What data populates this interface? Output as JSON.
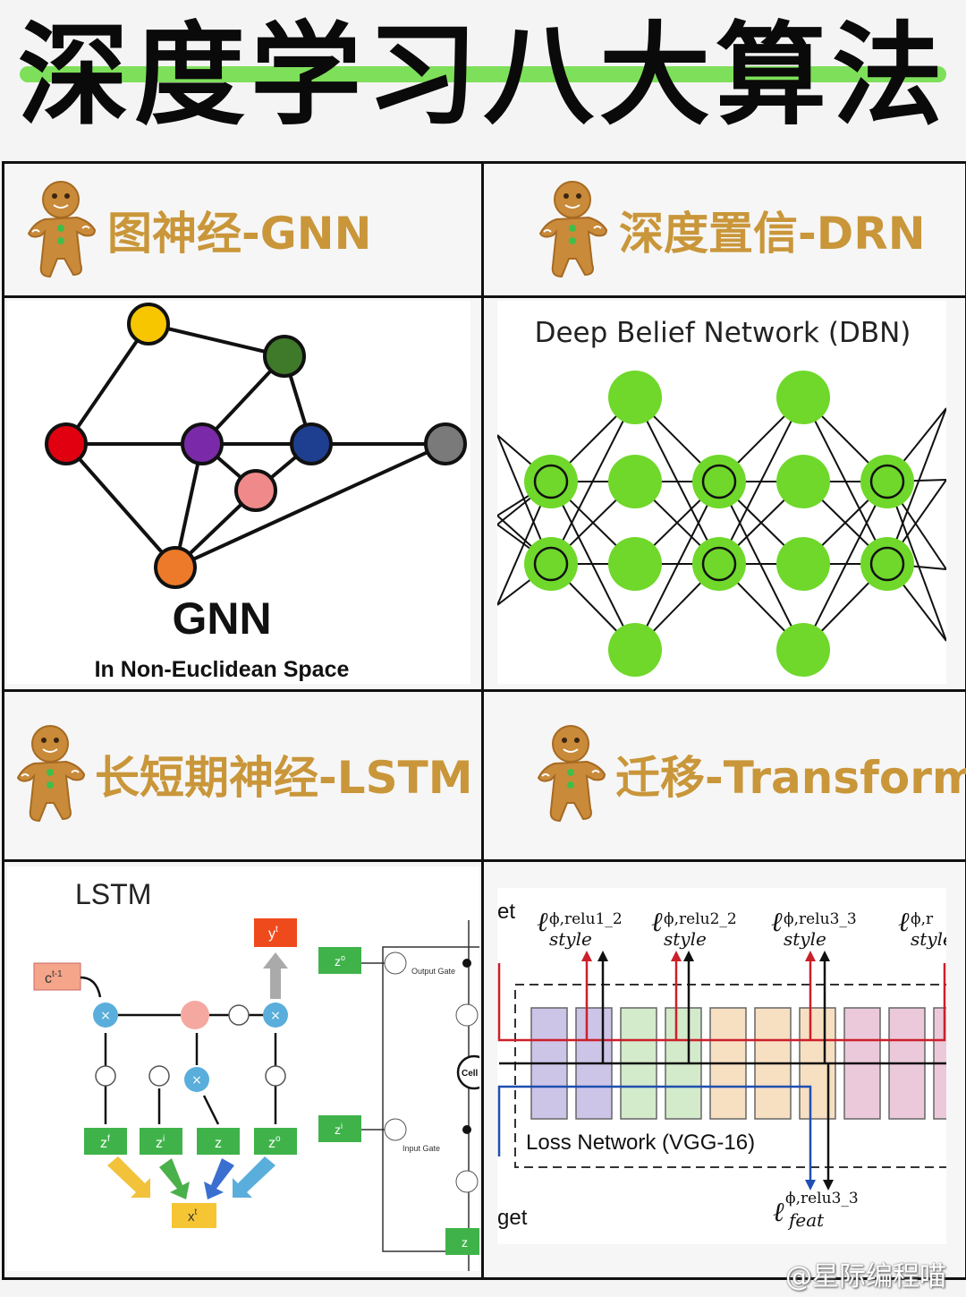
{
  "title": "深度学习八大算法",
  "sections": [
    {
      "heading": "图神经-GNN"
    },
    {
      "heading": "深度置信-DRN"
    },
    {
      "heading": "长短期神经-LSTM"
    },
    {
      "heading": "迁移-Transform"
    }
  ],
  "gnn": {
    "label": "GNN",
    "sublabel": "In Non-Euclidean Space"
  },
  "dbn": {
    "title": "Deep Belief Network (DBN)"
  },
  "lstm": {
    "title": "LSTM",
    "c_prev": "c",
    "c_prev_sup": "t-1",
    "y": "y",
    "y_sup": "t",
    "x": "x",
    "x_sup": "t",
    "zf": "z",
    "zf_sup": "f",
    "zi": "z",
    "zi_sup": "i",
    "z": "z",
    "zo": "z",
    "zo_sup": "o",
    "output_gate": "Output Gate",
    "input_gate": "Input Gate",
    "cell": "Cell"
  },
  "transform": {
    "left_top": "et",
    "left_bottom": "get",
    "loss_network": "Loss Network (VGG-16)",
    "l1": "relu1_2",
    "l2": "relu2_2",
    "l3": "relu3_3",
    "l4": "r",
    "style": "style",
    "feat": "feat",
    "feat_relu": "relu3_3",
    "phi": "ϕ,"
  },
  "watermark": "@星际编程喵",
  "colors": {
    "title_bar": "#7ee05a",
    "heading": "#c9963a",
    "dbn_node": "#6fd82a"
  }
}
